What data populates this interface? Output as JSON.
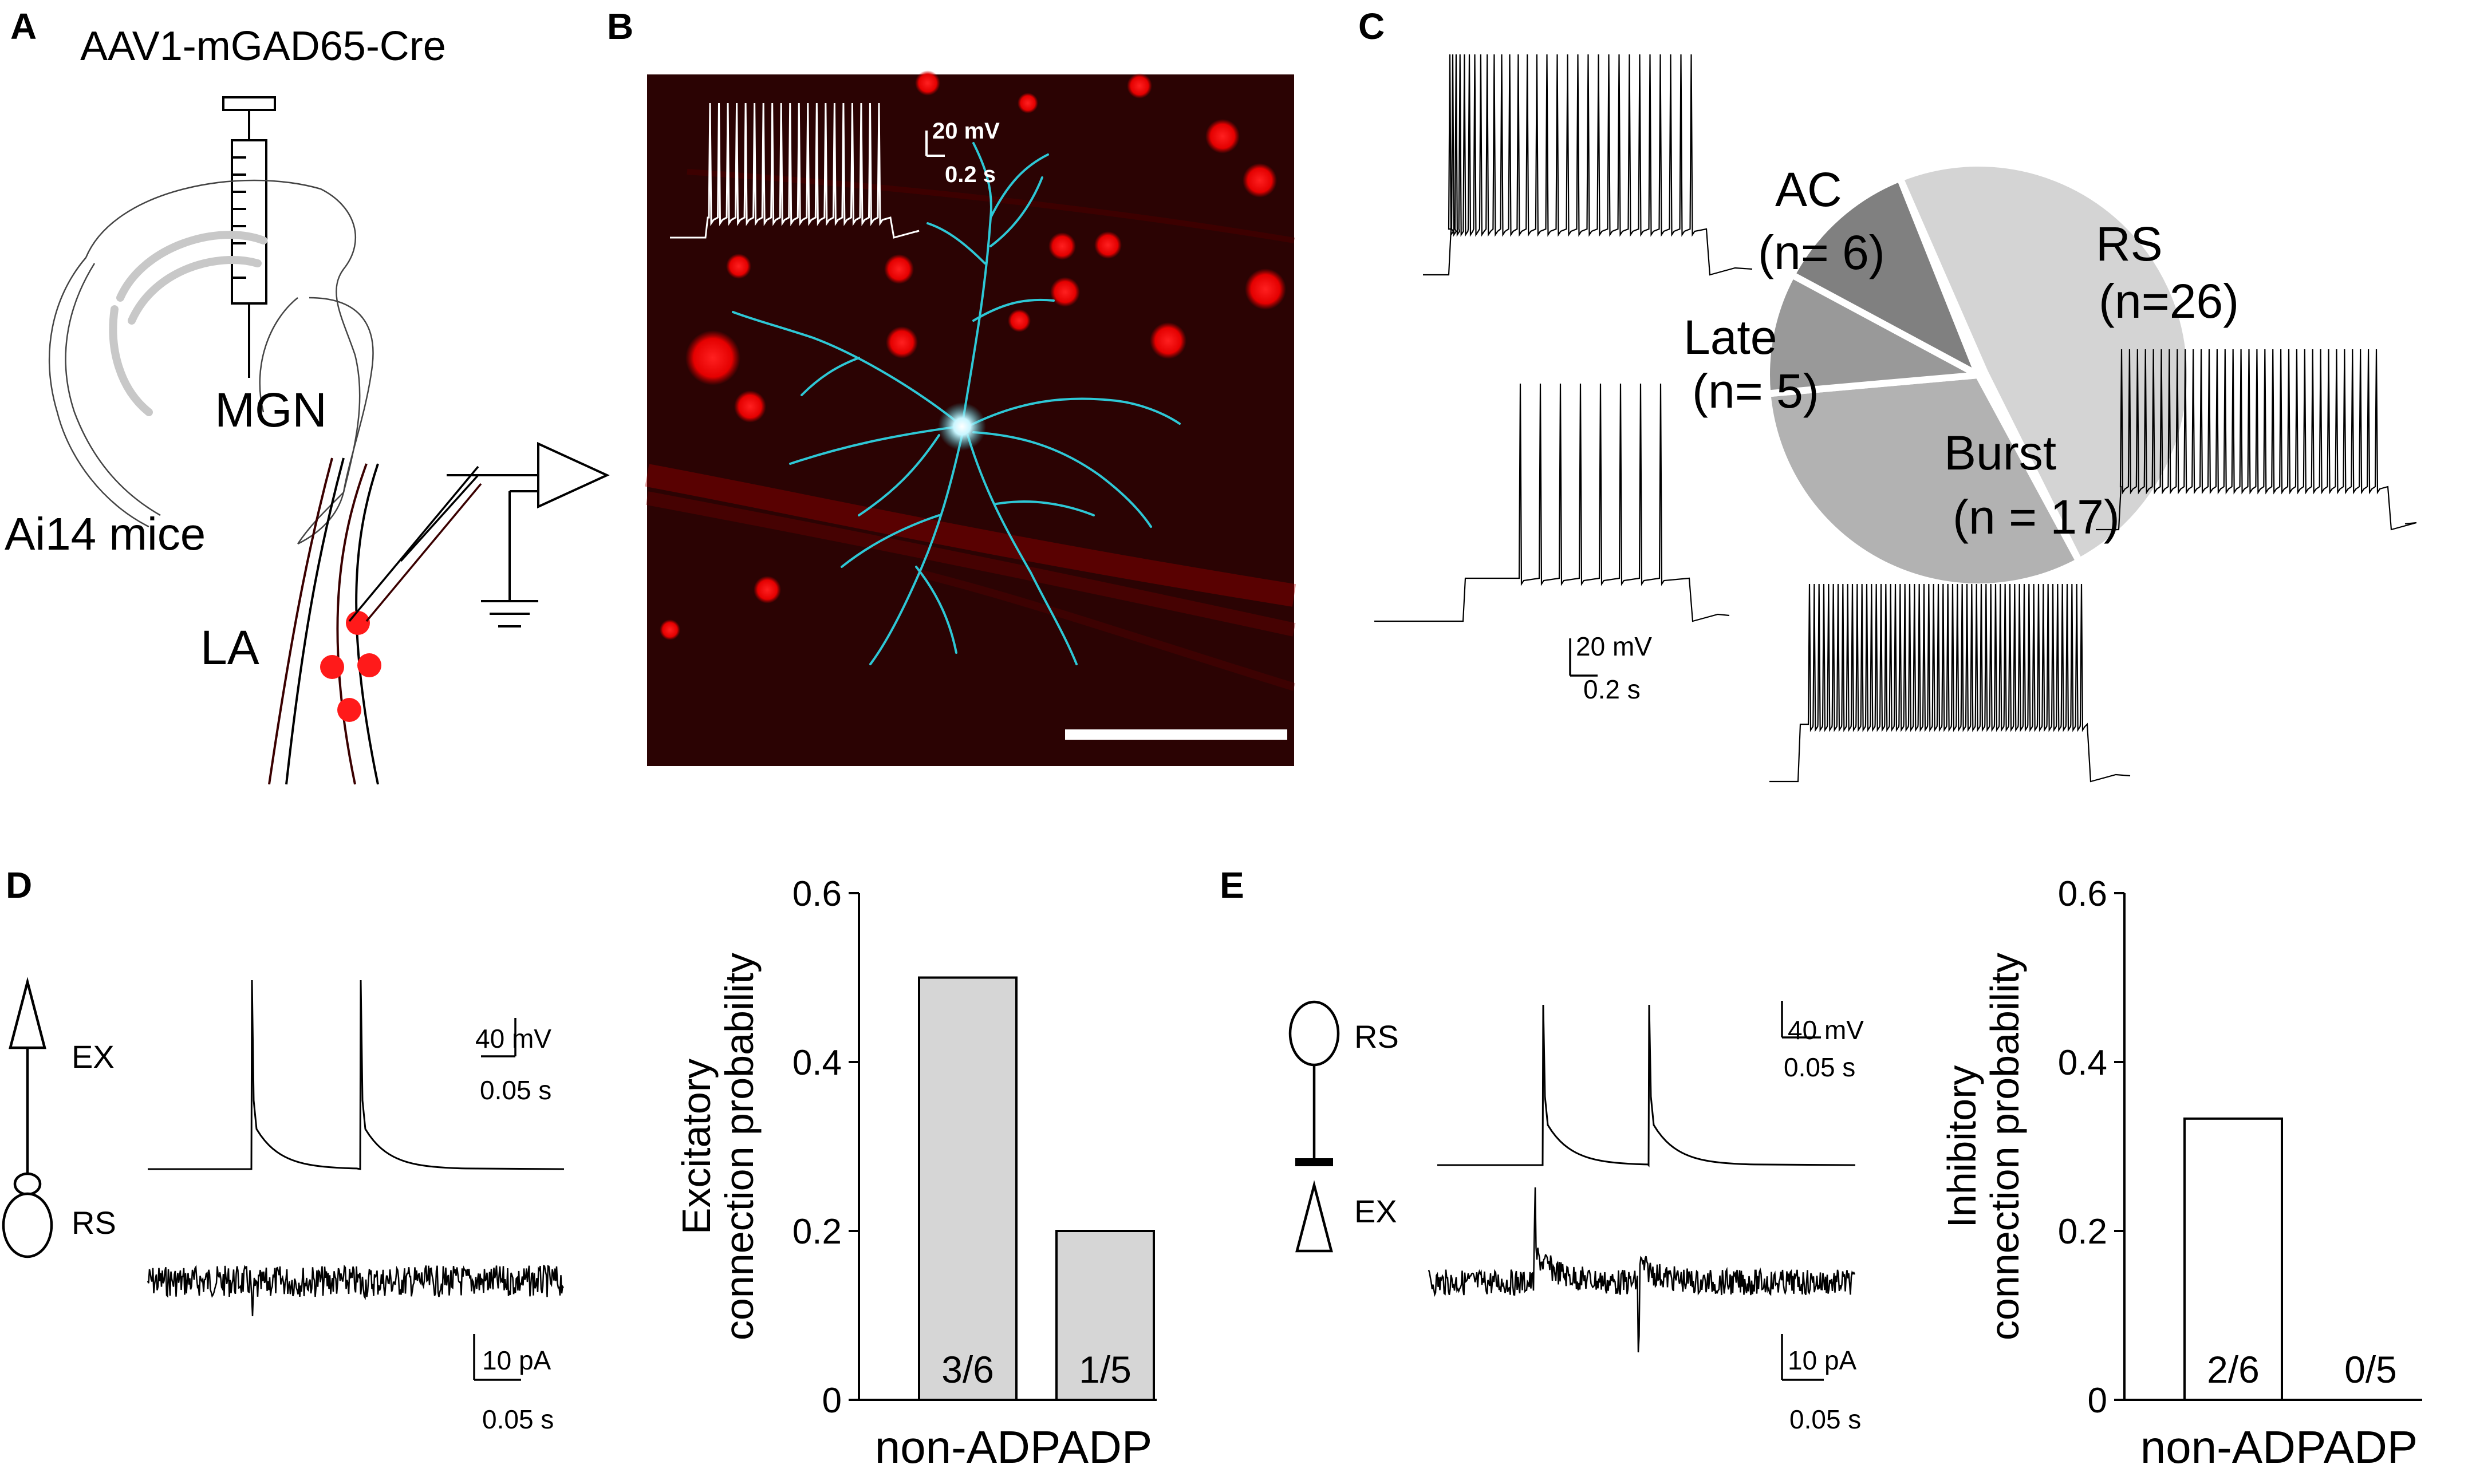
{
  "panels": {
    "A": "A",
    "B": "B",
    "C": "C",
    "D": "D",
    "E": "E"
  },
  "panel_a": {
    "virus": "AAV1-mGAD65-Cre",
    "region": "MGN",
    "mouse": "Ai14 mice",
    "target": "LA"
  },
  "panel_b": {
    "scale_v": "20 mV",
    "scale_t": "0.2 s"
  },
  "panel_c": {
    "scale_v": "20 mV",
    "scale_t": "0.2 s"
  },
  "panel_d": {
    "pre": "EX",
    "post": "RS",
    "scale_v": "40 mV",
    "scale_t1": "0.05 s",
    "scale_i": "10 pA",
    "scale_t2": "0.05 s"
  },
  "panel_e": {
    "pre": "RS",
    "post": "EX",
    "scale_v": "40 mV",
    "scale_t1": "0.05 s",
    "scale_i": "10 pA",
    "scale_t2": "0.05 s"
  },
  "colors": {
    "red": "#e00000",
    "cyan": "#2ec8d6",
    "bar_gray": "#d6d6d6"
  },
  "chart_data": [
    {
      "type": "pie",
      "id": "firing-types",
      "slices": [
        {
          "label": "RS",
          "count_label": "(n=26)",
          "value": 26,
          "color": "#d4d4d4"
        },
        {
          "label": "Burst",
          "count_label": "(n = 17)",
          "value": 17,
          "color": "#b2b2b2"
        },
        {
          "label": "Late",
          "count_label": "(n= 5)",
          "value": 5,
          "color": "#999999"
        },
        {
          "label": "AC",
          "count_label": "(n= 6)",
          "value": 6,
          "color": "#808080"
        }
      ]
    },
    {
      "type": "bar",
      "id": "excitatory",
      "ylabel": [
        "Excitatory",
        "connection probability"
      ],
      "categories": [
        "non-ADP",
        "ADP"
      ],
      "values": [
        0.5,
        0.2
      ],
      "bar_labels": [
        "3/6",
        "1/5"
      ],
      "fill": "#d6d6d6",
      "ylim": [
        0,
        0.6
      ],
      "yticks": [
        "0",
        "0.2",
        "0.4",
        "0.6"
      ],
      "ytick_values": [
        0,
        0.2,
        0.4,
        0.6
      ]
    },
    {
      "type": "bar",
      "id": "inhibitory",
      "ylabel": [
        "Inhibitory",
        "connection probability"
      ],
      "categories": [
        "non-ADP",
        "ADP"
      ],
      "values": [
        0.333,
        0
      ],
      "bar_labels": [
        "2/6",
        "0/5"
      ],
      "fill": "#ffffff",
      "ylim": [
        0,
        0.6
      ],
      "yticks": [
        "0",
        "0.2",
        "0.4",
        "0.6"
      ],
      "ytick_values": [
        0,
        0.2,
        0.4,
        0.6
      ]
    }
  ]
}
